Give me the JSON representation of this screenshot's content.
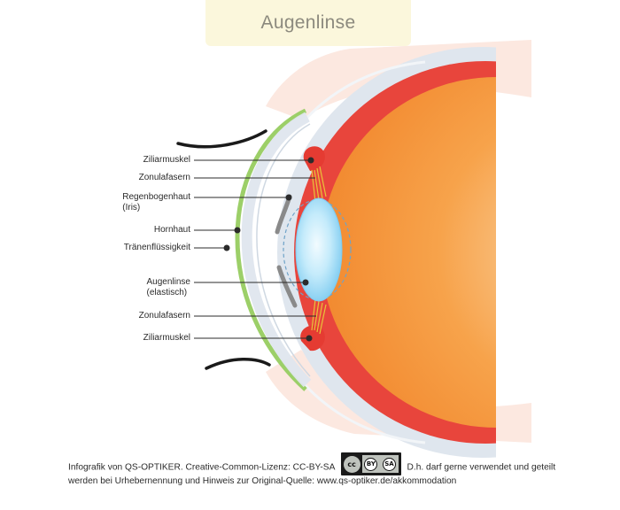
{
  "title": "Augenlinse",
  "labels": {
    "ziliarmuskel_top": "Ziliarmuskel",
    "zonulafasern_top": "Zonulafasern",
    "regenbogenhaut_1": "Regenbogenhaut",
    "regenbogenhaut_2": "(Iris)",
    "hornhaut": "Hornhaut",
    "traenenfluessigkeit": "Tränenflüssigkeit",
    "augenlinse_1": "Augenlinse",
    "augenlinse_2": "(elastisch)",
    "zonulafasern_bottom": "Zonulafasern",
    "ziliarmuskel_bottom": "Ziliarmuskel"
  },
  "footer": {
    "line1_before": "Infografik von QS-OPTIKER. Creative-Common-Lizenz: CC-BY-SA",
    "line1_after": "D.h. darf gerne verwendet und geteilt",
    "line2": "werden bei Urhebernennung und Hinweis zur Original-Quelle: www.qs-optiker.de/akkommodation",
    "badge_cc": "cc",
    "badge_by": "BY",
    "badge_sa": "SA"
  },
  "colors": {
    "eye_interior": "#f7a04a",
    "eye_wall": "#e8453c",
    "sclera": "#dfe6ee",
    "cornea_tear_film": "#9ccf68",
    "lens": "#8fd3f2",
    "iris": "#8a8a8a",
    "zonular_fibers": "#e8c23a",
    "title_bg": "#fbf7dc"
  }
}
